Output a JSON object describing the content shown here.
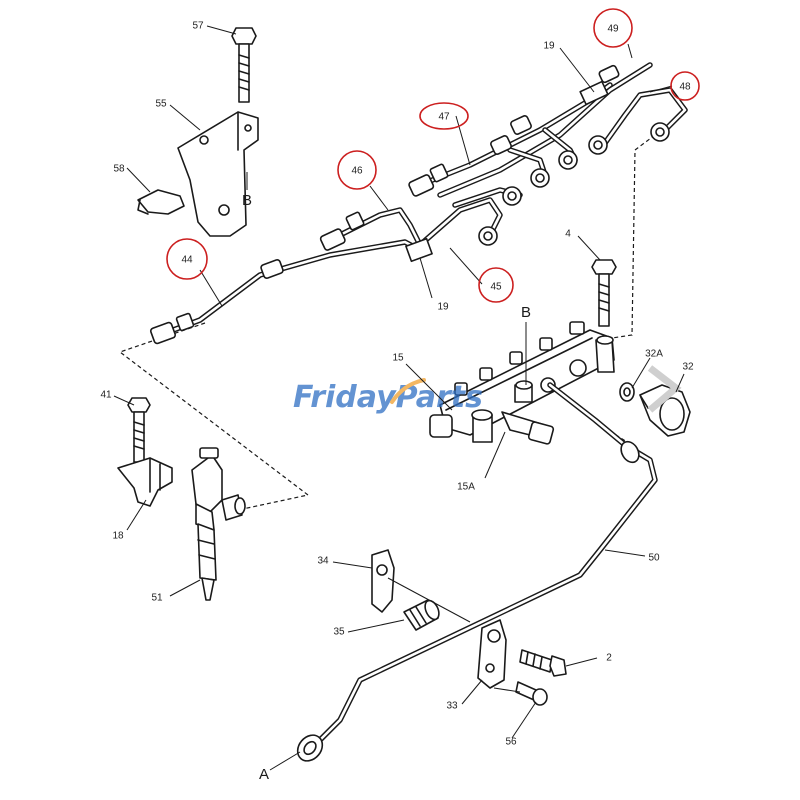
{
  "watermark": {
    "brand_part1": "Friday",
    "brand_part2": "Parts",
    "color_primary": "#2f6fc4",
    "color_accent": "#f0a030"
  },
  "highlight_color": "#cc1f1f",
  "callouts": {
    "c2": "2",
    "c4": "4",
    "c15": "15",
    "c15A": "15A",
    "c18": "18",
    "c19a": "19",
    "c19b": "19",
    "c32": "32",
    "c32A": "32A",
    "c33": "33",
    "c34": "34",
    "c35": "35",
    "c41": "41",
    "c44": "44",
    "c45": "45",
    "c46": "46",
    "c47": "47",
    "c48": "48",
    "c49": "49",
    "c50": "50",
    "c51": "51",
    "c55": "55",
    "c56": "56",
    "c57": "57",
    "c58": "58"
  },
  "references": {
    "bracket_B": "B",
    "rail_B": "B",
    "line_A": "A"
  }
}
